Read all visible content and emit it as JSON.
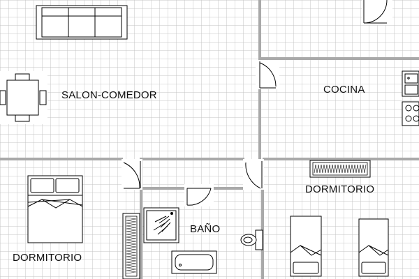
{
  "floor_plan": {
    "rooms": {
      "salon_comedor": "SALON-COMEDOR",
      "cocina": "COCINA",
      "dormitorio_right": "DORMITORIO",
      "bano": "BAÑO",
      "dormitorio_left": "DORMITORIO"
    },
    "colors": {
      "background": "#ffffff",
      "grid": "#c4c4c4",
      "wall": "#a9a9a9",
      "furniture_stroke": "#000000"
    }
  }
}
